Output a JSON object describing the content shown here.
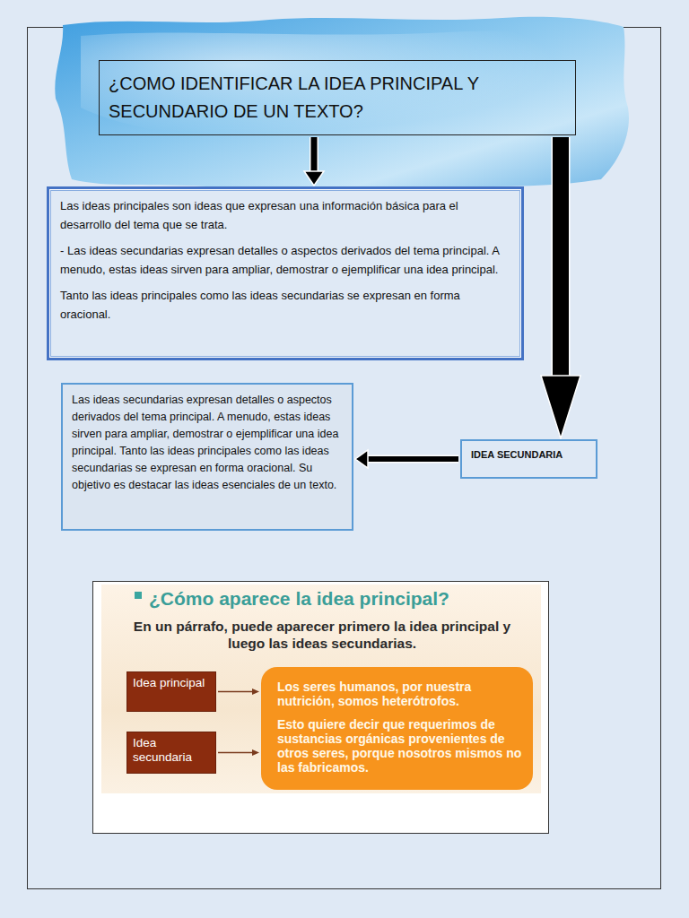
{
  "diagram": {
    "nodes": [
      {
        "text": [
          "¿COMO IDENTIFICAR LA IDEA PRINCIPAL Y SECUNDARIO DE UN TEXTO?"
        ]
      },
      {
        "text": [
          "Las ideas principales son ideas que expresan una información básica para el desarrollo del tema que se trata.",
          "- Las ideas secundarias expresan detalles o aspectos derivados del tema principal. A menudo, estas ideas sirven para ampliar, demostrar o ejemplificar una idea principal.",
          "Tanto las ideas principales como las ideas secundarias se expresan en forma oracional."
        ]
      },
      {
        "text": [
          "Las ideas secundarias expresan detalles o aspectos derivados del tema principal. A menudo, estas ideas sirven para ampliar, demostrar o ejemplificar una idea principal. Tanto las ideas principales como las ideas secundarias se expresan en forma oracional. Su objetivo es destacar las ideas esenciales de un texto."
        ]
      },
      {
        "text": [
          "IDEA SECUNDARIA"
        ]
      },
      {
        "text": [
          "¿Cómo aparece la idea principal?",
          "En un párrafo, puede aparecer primero la idea principal y luego las ideas secundarias."
        ]
      },
      {
        "text": [
          "Idea principal"
        ],
        "in": 4
      },
      {
        "text": [
          "Idea secundaria"
        ],
        "in": 4
      },
      {
        "text": [
          "Los seres humanos, por nuestra nutrición, somos heterótrofos.",
          "Esto quiere decir que requerimos de sustancias orgánicas provenientes de otros seres, porque nosotros mismos no las fabricamos."
        ],
        "in": 4
      }
    ],
    "edges": [
      {
        "from": 0,
        "to": 1,
        "arrow": "to"
      },
      {
        "from": 0,
        "to": 3,
        "arrow": "to"
      },
      {
        "from": 3,
        "to": 2,
        "arrow": "to"
      },
      {
        "from": 5,
        "to": 7,
        "arrow": "to"
      },
      {
        "from": 6,
        "to": 7,
        "arrow": "to"
      }
    ]
  }
}
